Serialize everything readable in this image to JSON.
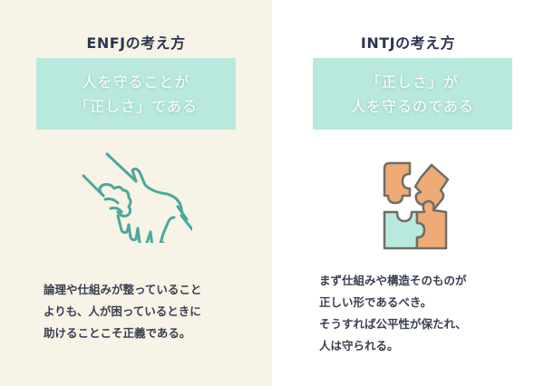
{
  "enfj": {
    "title": "ENFJの考え方",
    "headline_lines": [
      "人を守ることが",
      "「正しさ」である"
    ],
    "headline": "人を守ることが\n「正しさ」である",
    "icon": "handshake-icon",
    "description": "論理や仕組みが整っていること\nよりも、人が困っているときに\n助けることこそ正義である。",
    "background": "#f7f3e6"
  },
  "intj": {
    "title": "INTJの考え方",
    "headline": "「正しさ」が\n人を守るのである",
    "icon": "puzzle-icon",
    "description": "まず仕組みや構造そのものが\n正しい形であるべき。\nそうすれば公平性が保たれ、\n人は守られる。",
    "background": "#ffffff"
  },
  "colors": {
    "box": "#b9e9de",
    "title_text": "#2e3550",
    "body_text": "#3a3f52",
    "hand_stroke": "#4aa89c",
    "puzzle_orange": "#eeab76",
    "puzzle_mint": "#b9e9de",
    "puzzle_outline": "#6e6e66"
  }
}
